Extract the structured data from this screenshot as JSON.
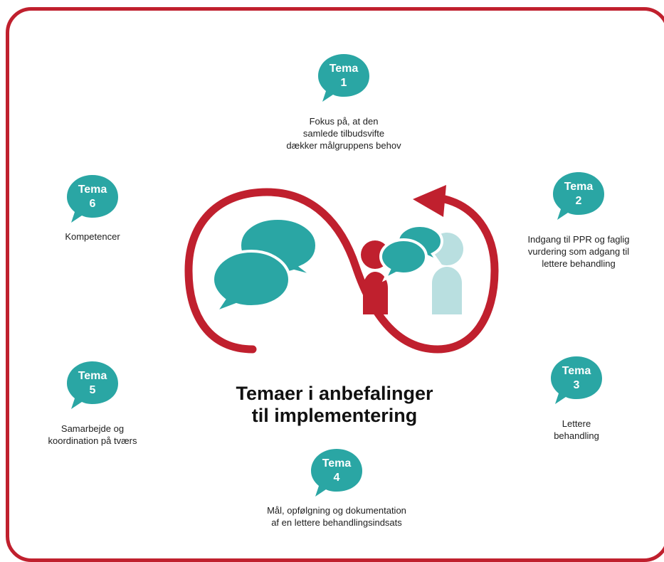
{
  "colors": {
    "accent_red": "#c0202e",
    "teal": "#2aa6a4",
    "light_teal": "#b9dfe0"
  },
  "title": "Temaer i anbefalinger\ntil implementering",
  "themes": [
    {
      "label": "Tema",
      "number": "1",
      "description": "Fokus på, at den\nsamlede tilbudsvifte\ndækker målgruppens behov"
    },
    {
      "label": "Tema",
      "number": "2",
      "description": "Indgang til PPR og faglig\nvurdering som adgang til\nlettere behandling"
    },
    {
      "label": "Tema",
      "number": "3",
      "description": "Lettere\nbehandling"
    },
    {
      "label": "Tema",
      "number": "4",
      "description": "Mål, opfølgning og dokumentation\naf en lettere behandlingsindsats"
    },
    {
      "label": "Tema",
      "number": "5",
      "description": "Samarbejde og\nkoordination på tværs"
    },
    {
      "label": "Tema",
      "number": "6",
      "description": "Kompetencer"
    }
  ],
  "icons": {
    "bubble": "speech-bubble-icon",
    "infinity_arrow": "infinity-arrow-icon",
    "people": "people-talking-icon"
  }
}
